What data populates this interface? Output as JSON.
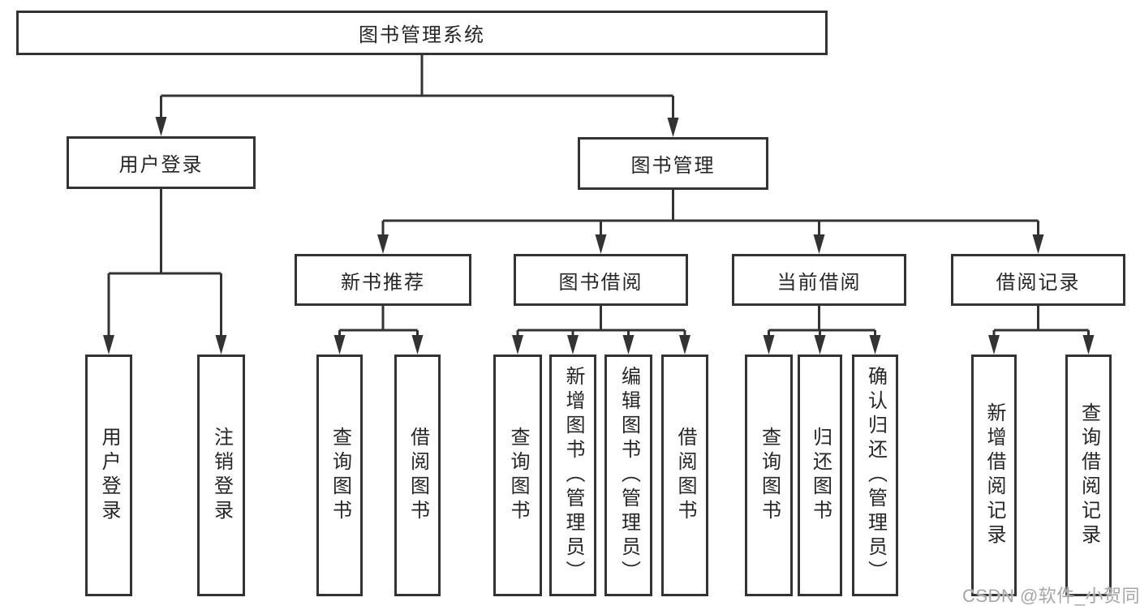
{
  "tree": {
    "root": {
      "label": "图书管理系统"
    },
    "branches": [
      {
        "label": "用户登录",
        "children": [
          {
            "label": "用户登录"
          },
          {
            "label": "注销登录"
          }
        ]
      },
      {
        "label": "图书管理",
        "children": [
          {
            "label": "新书推荐",
            "children": [
              {
                "label": "查询图书"
              },
              {
                "label": "借阅图书"
              }
            ]
          },
          {
            "label": "图书借阅",
            "children": [
              {
                "label": "查询图书"
              },
              {
                "label": "新增图书（管理员）"
              },
              {
                "label": "编辑图书（管理员）"
              },
              {
                "label": "借阅图书"
              }
            ]
          },
          {
            "label": "当前借阅",
            "children": [
              {
                "label": "查询图书"
              },
              {
                "label": "归还图书"
              },
              {
                "label": "确认归还（管理员）"
              }
            ]
          },
          {
            "label": "借阅记录",
            "children": [
              {
                "label": "新增借阅记录"
              },
              {
                "label": "查询借阅记录"
              }
            ]
          }
        ]
      }
    ]
  },
  "watermark": {
    "text": "CSDN @软件_小贺同学"
  },
  "colors": {
    "line": "#333333",
    "box_border": "#333333",
    "text": "#262626",
    "background": "#ffffff",
    "watermark": "#a6a6a6"
  }
}
